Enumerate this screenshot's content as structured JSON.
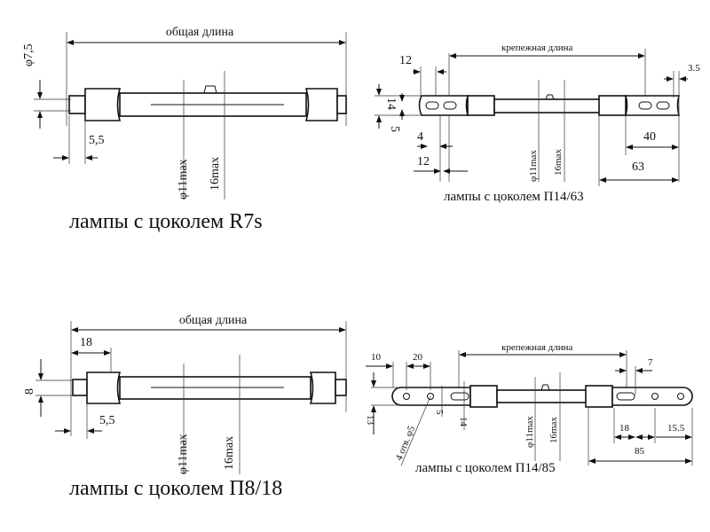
{
  "panels": {
    "r7s": {
      "overall_length": "общая длина",
      "diam_base": "φ7,5",
      "pin": "5,5",
      "diam_tube": "φ11max",
      "height": "16max",
      "caption": "лампы с цоколем R7s"
    },
    "p14_63": {
      "mount_length": "крепежная длина",
      "d12a": "12",
      "d14": "14",
      "d5": "5",
      "d4": "4",
      "d12b": "12",
      "diam_tube": "φ11max",
      "height": "16max",
      "d3_5": "3.5",
      "d40": "40",
      "d63": "63",
      "caption": "лампы с цоколем П14/63"
    },
    "p8_18": {
      "overall_length": "общая длина",
      "d18": "18",
      "d8": "8",
      "pin": "5,5",
      "diam_tube": "φ11max",
      "height": "16max",
      "caption": "лампы с цоколем П8/18"
    },
    "p14_85": {
      "mount_length": "крепежная длина",
      "d10": "10",
      "d20": "20",
      "d7": "7",
      "d13": "13",
      "holes": "4 отв. φ5",
      "d5": "5",
      "d14": "14",
      "diam_tube": "φ11max",
      "height": "16max",
      "d18": "18",
      "d15_5": "15.5",
      "d85": "85",
      "caption": "лампы с цоколем П14/85"
    }
  }
}
